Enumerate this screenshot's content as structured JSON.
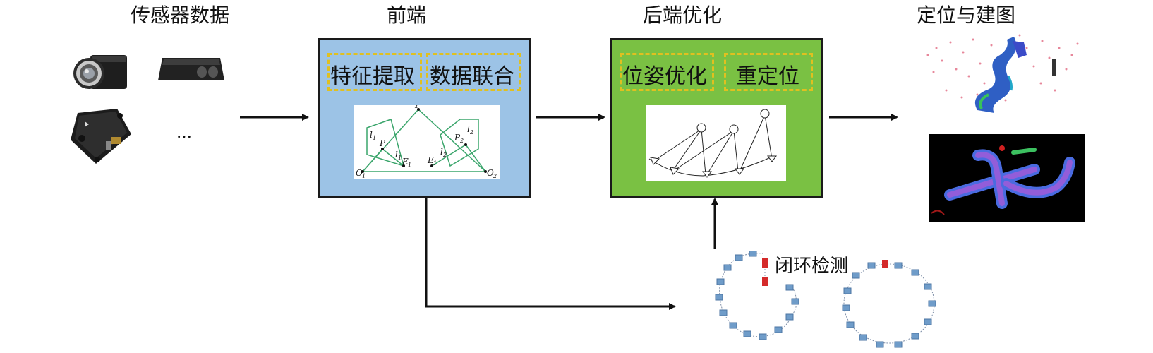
{
  "sections": {
    "sensor_data": "传感器数据",
    "front_end": "前端",
    "back_end": "后端优化",
    "localization_mapping": "定位与建图"
  },
  "front_end": {
    "feature_extraction": "特征提取",
    "data_association": "数据联合",
    "diagram_labels": {
      "P": "P",
      "O1": "O",
      "O1_sub": "1",
      "O2": "O",
      "O2_sub": "2",
      "P1": "P",
      "P1_sub": "1",
      "P2": "P",
      "P2_sub": "2",
      "l1": "l",
      "l1_sub": "1",
      "l1b": "l",
      "l1b_sub": "1",
      "l2": "l",
      "l2_sub": "2",
      "l2b": "l",
      "l2b_sub": "2",
      "E1": "E",
      "E1_sub": "1",
      "E1b": "E",
      "E1b_sub": "1"
    }
  },
  "back_end": {
    "pose_optimization": "位姿优化",
    "relocalization": "重定位"
  },
  "loop_closure": {
    "label": "闭环检测"
  },
  "sensors": {
    "ellipsis": "…"
  },
  "colors": {
    "front_end_bg": "#9cc3e6",
    "back_end_bg": "#7ac143",
    "dash": "#e0c020",
    "epipolar_lines": "#3aa56b",
    "pose_nodes": "#6f9cc9",
    "loop_nodes": "#d42a2a"
  },
  "icons": [
    "camera-icon",
    "lidar-icon",
    "imu-icon"
  ]
}
